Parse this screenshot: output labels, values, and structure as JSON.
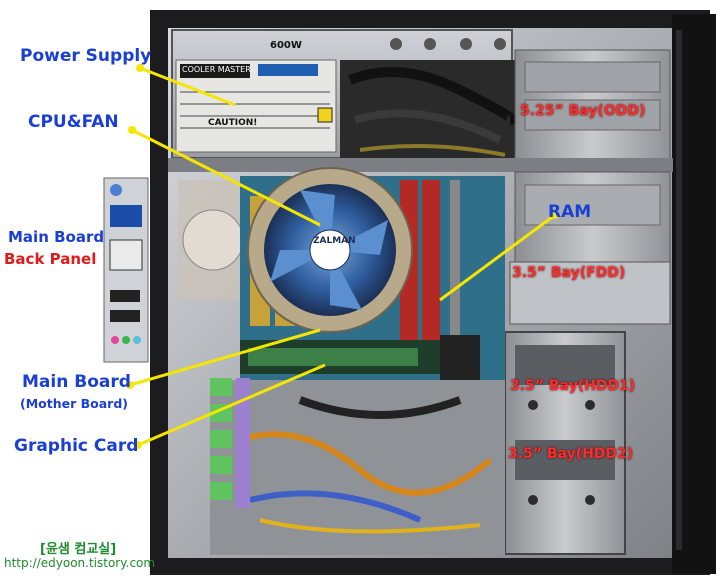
{
  "labels": {
    "power_supply": "Power Supply",
    "cpu_fan": "CPU&FAN",
    "main_board_back_panel_line1": "Main Board",
    "main_board_back_panel_line2": "Back Panel",
    "main_board": "Main Board",
    "mother_board": "(Mother Board)",
    "graphic_card": "Graphic Card",
    "ram": "RAM",
    "bay_odd": "5.25” Bay(ODD)",
    "bay_fdd": "3.5” Bay(FDD)",
    "bay_hdd1": "3.5” Bay(HDD1)",
    "bay_hdd2": "3.5” Bay(HDD2)"
  },
  "psu_text": {
    "wattage": "600W",
    "brand": "COOLER MASTER",
    "caution": "CAUTION!"
  },
  "cpu_fan_brand": "ZALMAN",
  "footer": {
    "title": "[윤샘 컴교실]",
    "url": "http://edyoon.tistory.com"
  },
  "colors": {
    "label_blue": "#1a3fd6",
    "label_red": "#e01a1a",
    "bay_red": "#ff2a2a",
    "footer_green": "#1f8a2e",
    "pointer_yellow": "#f5e600",
    "case_dark": "#1c1c1e",
    "case_metal": "#b9bcc0",
    "motherboard": "#2f6f8a"
  }
}
